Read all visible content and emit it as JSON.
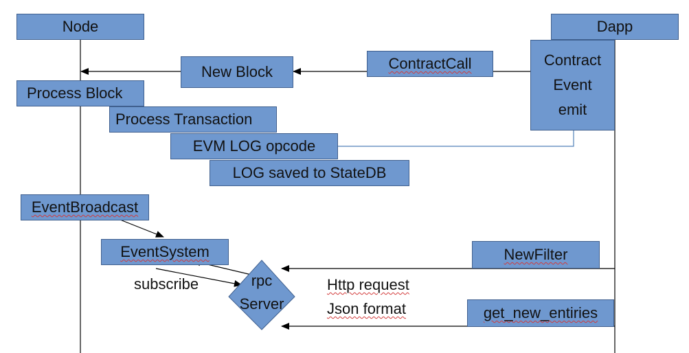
{
  "lifelines": {
    "node": "Node",
    "dapp": "Dapp"
  },
  "steps": {
    "new_block": "New Block",
    "contract_call": "ContractCall",
    "contract_event": [
      "Contract",
      "Event",
      "emit"
    ],
    "process_block": "Process Block",
    "process_transaction": "Process Transaction",
    "evm_log_opcode": "EVM LOG opcode",
    "log_saved": "LOG saved to StateDB",
    "event_broadcast": "EventBroadcast",
    "event_system": "EventSystem",
    "new_filter": "NewFilter",
    "get_new_entries": "get_new_entiries"
  },
  "rpc": {
    "line1": "rpc",
    "line2": "Server"
  },
  "labels": {
    "subscribe": "subscribe",
    "http_request": "Http request",
    "json_format": "Json format"
  }
}
